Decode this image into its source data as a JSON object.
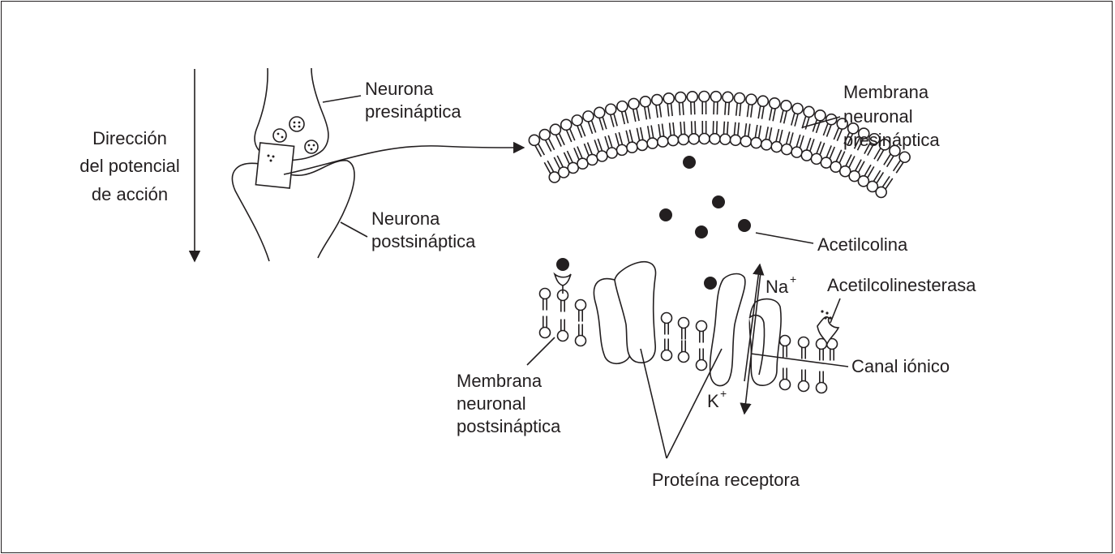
{
  "labels": {
    "direction_line1": "Dirección",
    "direction_line2": "del potencial",
    "direction_line3": "de acción",
    "pre_neuron_line1": "Neurona",
    "pre_neuron_line2": "presináptica",
    "post_neuron_line1": "Neurona",
    "post_neuron_line2": "postsináptica",
    "pre_membrane_line1": "Membrana",
    "pre_membrane_line2": "neuronal",
    "pre_membrane_line3": "presináptica",
    "acetylcholine": "Acetilcolina",
    "sodium": "Na",
    "sodium_charge": "+",
    "potassium": "K",
    "potassium_charge": "+",
    "acetylcholinesterase": "Acetilcolinesterasa",
    "ion_channel": "Canal iónico",
    "post_membrane_line1": "Membrana",
    "post_membrane_line2": "neuronal",
    "post_membrane_line3": "postsináptica",
    "receptor_protein": "Proteína receptora"
  },
  "colors": {
    "ink": "#231f20",
    "background": "#ffffff"
  }
}
